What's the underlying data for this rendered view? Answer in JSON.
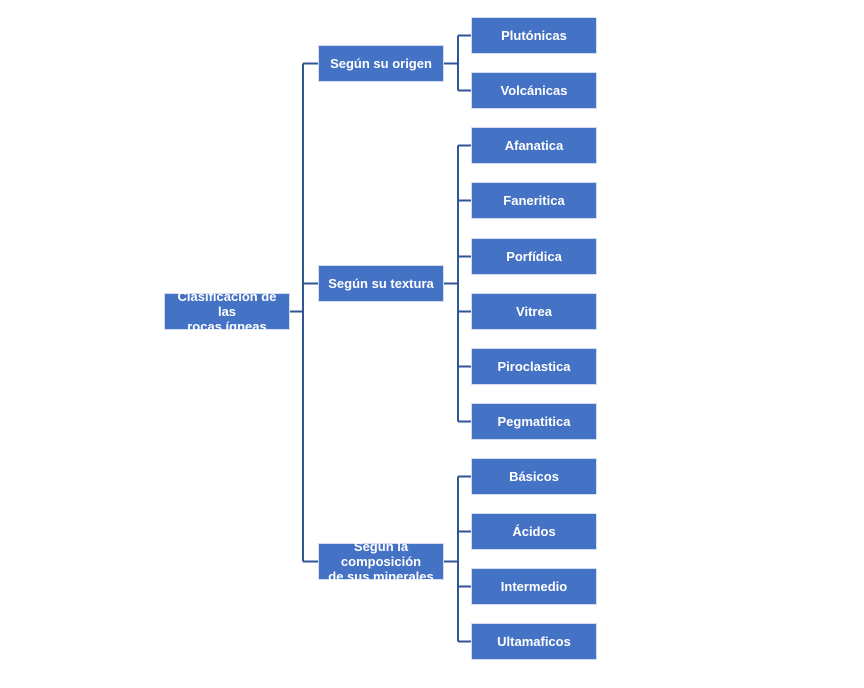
{
  "colors": {
    "box_fill": "#4472c4",
    "box_text": "#ffffff",
    "connector": "#2f5597",
    "background": "#ffffff"
  },
  "root": {
    "label": "Clasificación de las rocas ígneas",
    "lines": [
      "Clasificación de las",
      "rocas ígneas"
    ]
  },
  "branches": [
    {
      "label": "Según su origen",
      "lines": [
        "Según su origen"
      ],
      "children": [
        "Plutónicas",
        "Volcánicas"
      ]
    },
    {
      "label": "Según su textura",
      "lines": [
        "Según su textura"
      ],
      "children": [
        "Afanatica",
        "Faneritica",
        "Porfídica",
        "Vitrea",
        "Piroclastica",
        "Pegmatitica"
      ]
    },
    {
      "label": "Según la composición de sus minerales",
      "lines": [
        "Según la composición",
        "de sus minerales"
      ],
      "children": [
        "Básicos",
        "Ácidos",
        "Intermedio",
        "Ultamaficos"
      ]
    }
  ]
}
